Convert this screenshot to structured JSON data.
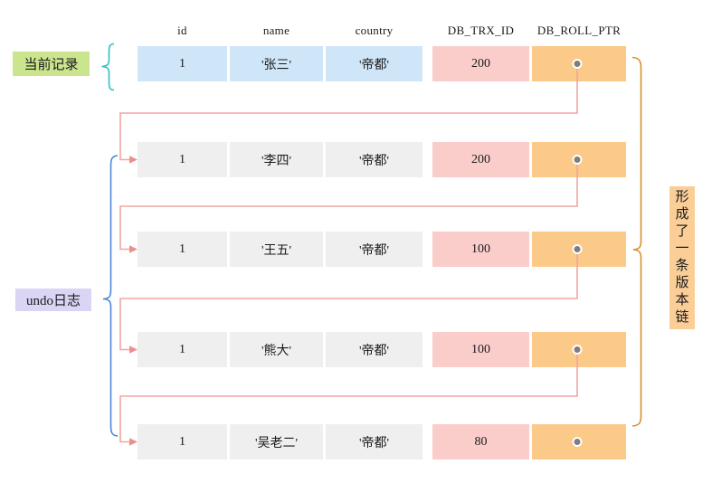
{
  "labels": {
    "current_record": "当前记录",
    "undo_log": "undo日志",
    "version_chain": "形成了一条版本链"
  },
  "table": {
    "headers": {
      "id": "id",
      "name": "name",
      "country": "country",
      "trx": "DB_TRX_ID",
      "roll": "DB_ROLL_PTR"
    },
    "rows": [
      {
        "id": "1",
        "name": "'张三'",
        "country": "'帝都'",
        "trx": "200"
      },
      {
        "id": "1",
        "name": "'李四'",
        "country": "'帝都'",
        "trx": "200"
      },
      {
        "id": "1",
        "name": "'王五'",
        "country": "'帝都'",
        "trx": "100"
      },
      {
        "id": "1",
        "name": "'熊大'",
        "country": "'帝都'",
        "trx": "100"
      },
      {
        "id": "1",
        "name": "'吴老二'",
        "country": "'帝都'",
        "trx": "80"
      }
    ]
  },
  "icons": {
    "roll_pointer_dot": "●"
  },
  "colors": {
    "current_row_bg": "#cfe5f8",
    "undo_row_bg": "#efefef",
    "trx_cell_bg": "#facdcb",
    "roll_cell_bg": "#fbc988",
    "current_label_bg": "#cbe48e",
    "undo_label_bg": "#dad5f4",
    "chain_label_bg": "#fbce98",
    "arrow": "#f2a5a2",
    "current_brace": "#2bc0c8",
    "undo_brace": "#4c86d8",
    "chain_brace": "#d6902f",
    "pointer_dot": "#7e7e7e"
  }
}
